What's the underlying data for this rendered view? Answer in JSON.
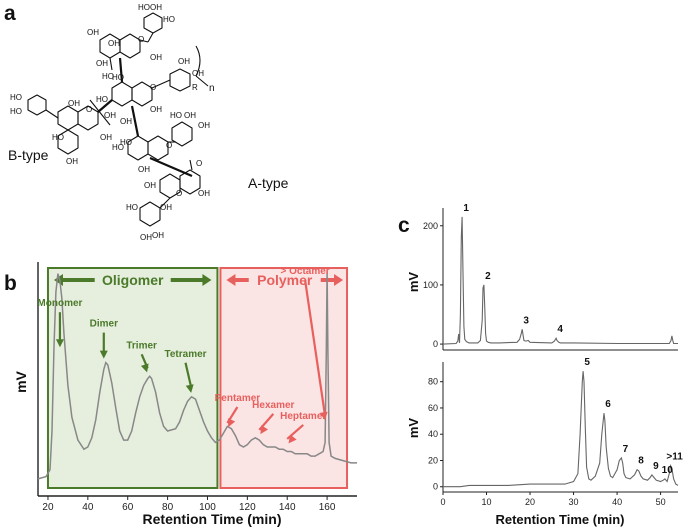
{
  "panels": {
    "a": {
      "letter": "a",
      "labels": {
        "b_type": "B-type",
        "a_type": "A-type",
        "subscript_n": "n",
        "r_group": "R"
      },
      "atom_labels": [
        "HO",
        "OH",
        "HO",
        "OH",
        "OH",
        "OH",
        "HO",
        "OH",
        "OH",
        "HO",
        "HO",
        "OH",
        "HO",
        "OH",
        "OH",
        "OH",
        "HO",
        "OH",
        "OH",
        "HO",
        "OH",
        "HO",
        "OH",
        "OH",
        "HO",
        "OH",
        "O",
        "O",
        "O",
        "O",
        "O",
        "O",
        "OH",
        "OH",
        "HO",
        "OH",
        "OH",
        "HO",
        "OH"
      ]
    },
    "b": {
      "letter": "b",
      "ylabel": "mV",
      "xlabel": "Retention Time (min)",
      "regions": {
        "oligomer": {
          "label": "Oligomer",
          "start": 20,
          "end": 105,
          "color": "#4a7a2a",
          "fill": "#e6eedd"
        },
        "polymer": {
          "label": "Polymer",
          "start": 105,
          "end": 170,
          "color": "#e8605e",
          "fill": "#fbe4e4"
        }
      }
    },
    "c": {
      "letter": "c",
      "ylabel_top": "mV",
      "ylabel_bottom": "mV",
      "xlabel": "Retention Time (min)"
    }
  },
  "chart_data": [
    {
      "type": "line",
      "panel": "b",
      "xlabel": "Retention Time (min)",
      "ylabel": "mV",
      "xlim": [
        15,
        175
      ],
      "ylim": [
        0,
        100
      ],
      "xticks": [
        20,
        40,
        60,
        80,
        100,
        120,
        140,
        160
      ],
      "curve_color": "#888888",
      "x": [
        15,
        19,
        21,
        22,
        23,
        24,
        25,
        26,
        27,
        28,
        30,
        32,
        35,
        38,
        40,
        42,
        44,
        46,
        48,
        49,
        50,
        52,
        54,
        56,
        58,
        60,
        62,
        64,
        66,
        68,
        70,
        71,
        72,
        74,
        76,
        78,
        80,
        84,
        86,
        88,
        90,
        92,
        94,
        96,
        98,
        100,
        102,
        104,
        106,
        108,
        110,
        112,
        114,
        116,
        118,
        120,
        122,
        124,
        126,
        128,
        130,
        132,
        134,
        136,
        138,
        140,
        142,
        144,
        146,
        148,
        150,
        152,
        154,
        156,
        158,
        159,
        159.6,
        160,
        160.4,
        161,
        162,
        164,
        168,
        172,
        175
      ],
      "y": [
        4,
        5,
        8,
        25,
        62,
        86,
        94,
        91,
        83,
        68,
        45,
        31,
        21,
        17,
        18,
        22,
        30,
        42,
        52,
        55,
        54,
        46,
        35,
        25,
        21,
        21,
        25,
        33,
        40,
        45,
        48,
        49,
        48,
        42,
        33,
        27,
        25,
        26,
        29,
        34,
        38,
        40,
        39,
        34,
        29,
        25,
        22,
        20,
        21,
        24,
        27,
        26,
        23,
        19,
        18,
        19,
        21,
        22,
        21,
        19,
        18,
        18,
        18,
        17,
        17,
        16,
        16,
        15,
        15,
        15,
        15,
        14,
        14,
        15,
        16,
        20,
        60,
        95,
        60,
        20,
        14,
        13,
        12,
        11,
        11
      ],
      "annotations": [
        {
          "text": "Monomer",
          "x": 26,
          "y": 60,
          "color": "#4a7a2a"
        },
        {
          "text": "Dimer",
          "x": 48,
          "y": 55,
          "color": "#4a7a2a"
        },
        {
          "text": "Trimer",
          "x": 70,
          "y": 49,
          "color": "#4a7a2a"
        },
        {
          "text": "Tetramer",
          "x": 92,
          "y": 40,
          "color": "#4a7a2a"
        },
        {
          "text": "Pentamer",
          "x": 110,
          "y": 25,
          "color": "#e8605e"
        },
        {
          "text": "Hexamer",
          "x": 126,
          "y": 22,
          "color": "#e8605e"
        },
        {
          "text": "Heptamer",
          "x": 140,
          "y": 18,
          "color": "#e8605e"
        },
        {
          "text": "> Octamer",
          "x": 159,
          "y": 28,
          "color": "#e8605e"
        }
      ]
    },
    {
      "type": "line",
      "panel": "c-top",
      "ylabel": "mV",
      "xlim": [
        0,
        54
      ],
      "ylim": [
        -10,
        230
      ],
      "yticks": [
        0,
        100,
        200
      ],
      "x": [
        0,
        3,
        3.4,
        3.6,
        3.8,
        4,
        4.2,
        4.4,
        4.6,
        4.8,
        5,
        5.4,
        6,
        8,
        8.6,
        9,
        9.2,
        9.4,
        9.6,
        9.8,
        10,
        10.4,
        11,
        13,
        17,
        17.6,
        18,
        18.2,
        18.4,
        18.6,
        19,
        19.6,
        20,
        25,
        25.6,
        26,
        26.2,
        26.6,
        27,
        30,
        40,
        50,
        52,
        52.4,
        52.6,
        52.8,
        53,
        54
      ],
      "y": [
        0,
        1,
        5,
        17,
        2,
        50,
        180,
        215,
        120,
        30,
        8,
        4,
        2,
        2,
        6,
        40,
        95,
        100,
        60,
        18,
        5,
        3,
        2,
        2,
        3,
        8,
        18,
        25,
        15,
        6,
        5,
        6,
        3,
        2,
        5,
        10,
        6,
        3,
        2,
        2,
        1,
        1,
        1,
        6,
        14,
        6,
        1,
        1
      ],
      "peaks": [
        {
          "label": "1",
          "x": 4.4,
          "y": 215
        },
        {
          "label": "2",
          "x": 9.4,
          "y": 100
        },
        {
          "label": "3",
          "x": 18.2,
          "y": 25
        },
        {
          "label": "4",
          "x": 26,
          "y": 10
        }
      ]
    },
    {
      "type": "line",
      "panel": "c-bottom",
      "xlabel": "Retention Time (min)",
      "ylabel": "mV",
      "xlim": [
        0,
        54
      ],
      "ylim": [
        -4,
        95
      ],
      "xticks": [
        0,
        10,
        20,
        30,
        40,
        50
      ],
      "yticks": [
        0,
        20,
        40,
        60,
        80
      ],
      "x": [
        0,
        4,
        6,
        10,
        15,
        20,
        25,
        28,
        30,
        31,
        31.5,
        32,
        32.2,
        32.4,
        32.7,
        33,
        33.5,
        34,
        35,
        36,
        36.5,
        37,
        37.2,
        37.5,
        38,
        38.5,
        39,
        40,
        40.5,
        41,
        41.3,
        41.6,
        42,
        43,
        44,
        44.6,
        45,
        45.5,
        46,
        47,
        47.6,
        48,
        48.5,
        49,
        50,
        50.6,
        51,
        51.5,
        52,
        52.3,
        52.6,
        53,
        53.5,
        54
      ],
      "y": [
        0,
        0,
        1,
        1,
        1,
        2,
        2,
        2,
        4,
        10,
        40,
        80,
        88,
        80,
        45,
        15,
        6,
        5,
        8,
        18,
        40,
        56,
        50,
        30,
        14,
        8,
        7,
        13,
        20,
        22,
        18,
        10,
        7,
        6,
        9,
        13,
        12,
        8,
        6,
        5,
        7,
        9,
        7,
        5,
        4,
        5,
        6,
        4,
        10,
        16,
        14,
        6,
        2,
        1
      ],
      "peaks": [
        {
          "label": "5",
          "x": 32.2,
          "y": 88
        },
        {
          "label": "6",
          "x": 37,
          "y": 56
        },
        {
          "label": "7",
          "x": 41,
          "y": 22
        },
        {
          "label": "8",
          "x": 44.6,
          "y": 13
        },
        {
          "label": "9",
          "x": 48,
          "y": 9
        },
        {
          "label": "10",
          "x": 50.6,
          "y": 6
        },
        {
          "label": ">11",
          "x": 52.3,
          "y": 16
        }
      ]
    }
  ]
}
